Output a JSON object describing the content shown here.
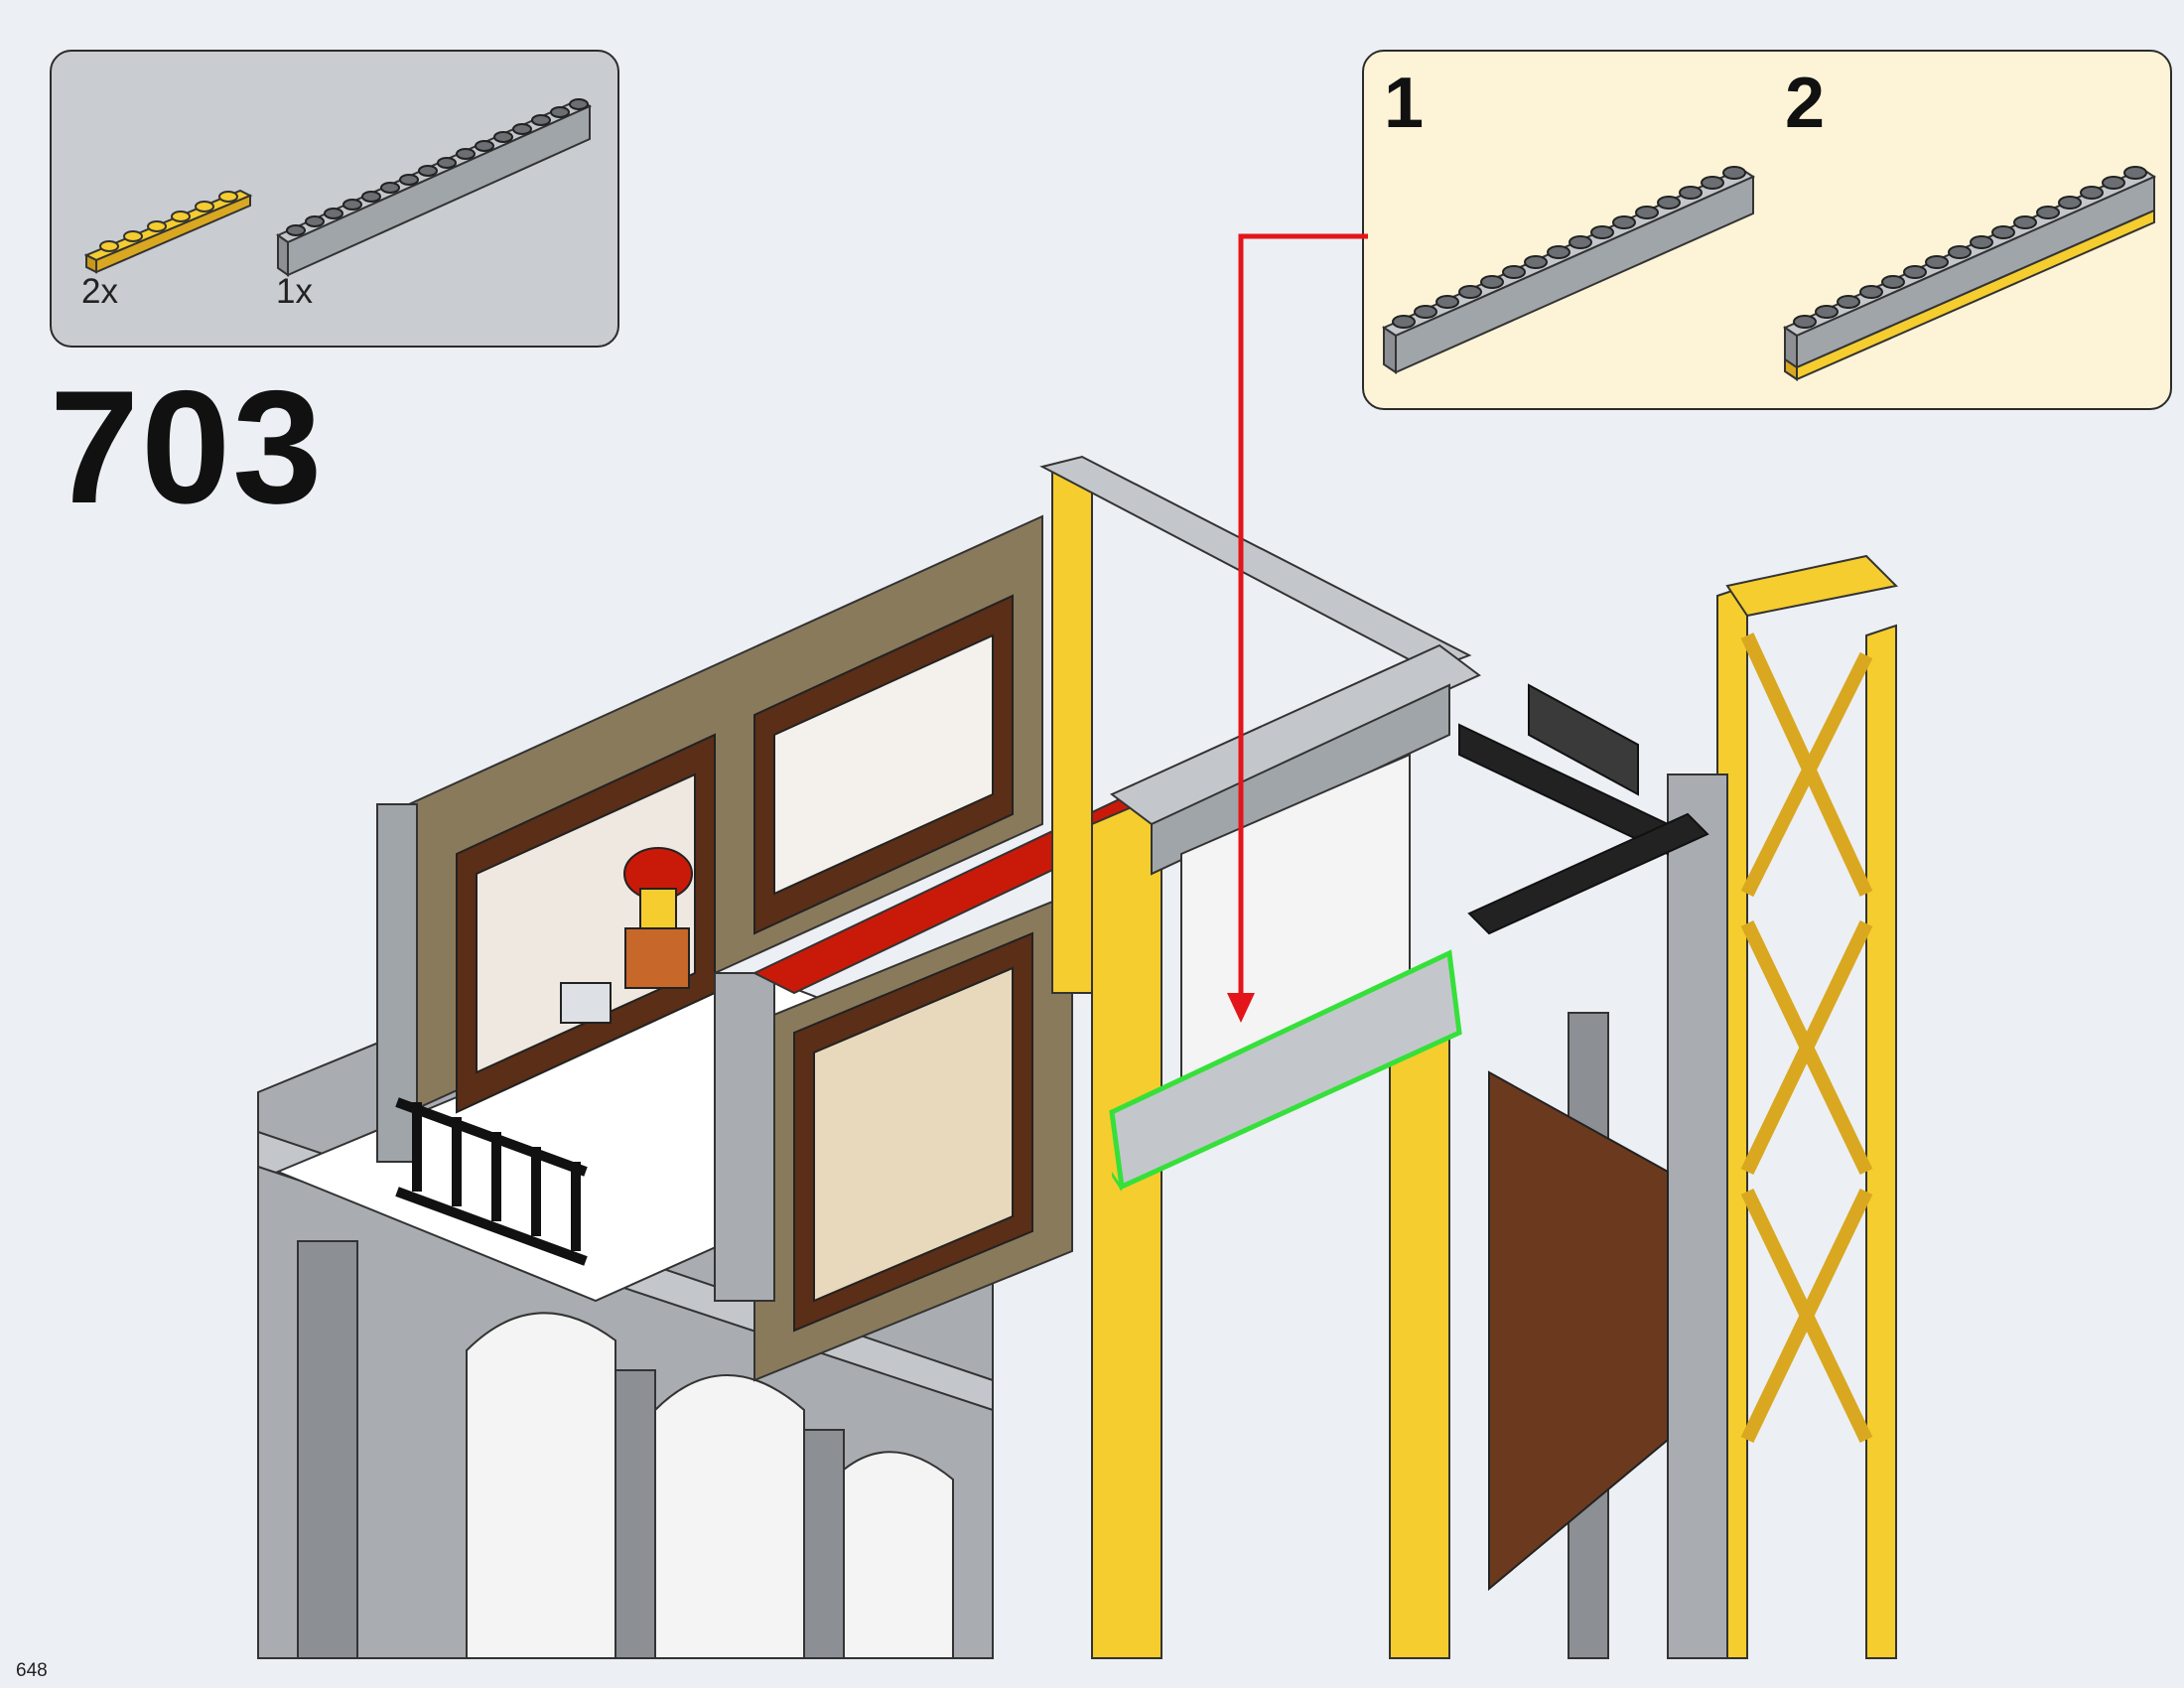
{
  "step": {
    "number": "703"
  },
  "parts_list": [
    {
      "name": "yellow-plate-1x6",
      "quantity": "2x",
      "color": "#f5cd2f"
    },
    {
      "name": "gray-brick-1x16",
      "quantity": "1x",
      "color": "#a0a5a9"
    }
  ],
  "sub_build": {
    "background": "#fdf4d7",
    "steps": [
      {
        "number": "1"
      },
      {
        "number": "2"
      }
    ]
  },
  "page": {
    "number": "648"
  },
  "colors": {
    "page_background": "#eceff3",
    "parts_box": "#c9ccd1",
    "callout_arrow": "#e3151b",
    "highlight_outline": "#36e03a",
    "yellow": "#f5cd2f",
    "light_gray": "#a0a5a9",
    "dark_tan": "#8a7a5c",
    "brown": "#5a2e17",
    "red": "#c91a09"
  },
  "icons": {
    "minifigure": "construction-worker-minifigure-icon",
    "arrow": "callout-arrow-icon"
  }
}
